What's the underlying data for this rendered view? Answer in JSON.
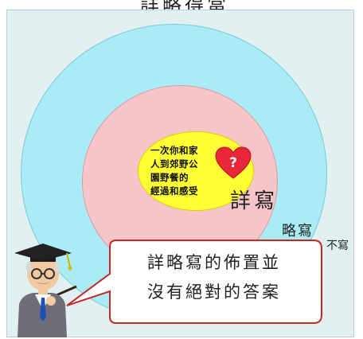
{
  "title": "詳略得當",
  "diagram": {
    "topic_lines": [
      "一次你和家",
      "人到郊野公",
      "園野餐的",
      "經過和感受"
    ],
    "heart_symbol": "?",
    "layer_labels": {
      "detailed": "詳寫",
      "brief": "略寫",
      "omit": "不寫"
    }
  },
  "callout": {
    "lines": [
      "詳略寫的佈置並",
      "沒有絕對的答案"
    ]
  },
  "colors": {
    "outer_ring": "#a9ecf5",
    "middle_ring": "#f6c5c9",
    "inner_ring": "#ffff35",
    "heart": "#e8273a",
    "panel": "#e1f1f1"
  }
}
